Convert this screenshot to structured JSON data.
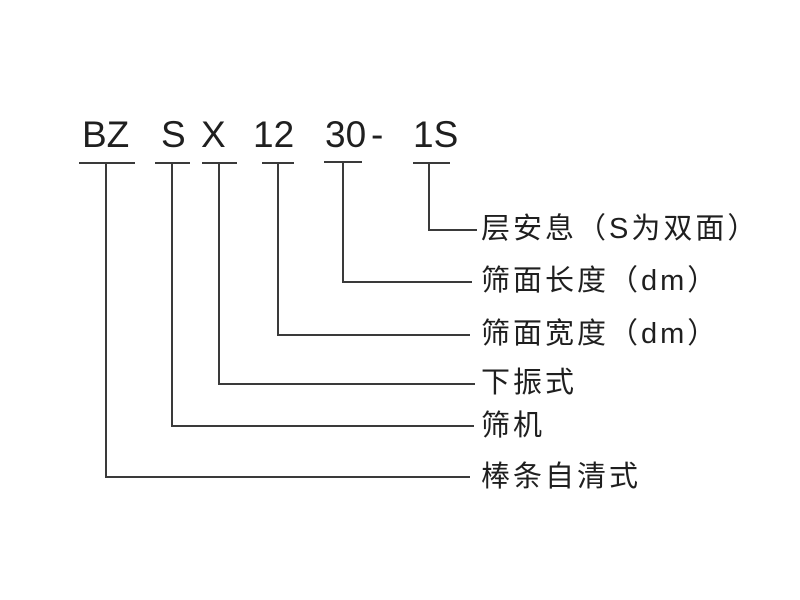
{
  "diagram": {
    "model_code": {
      "parts": [
        {
          "text": "BZ"
        },
        {
          "text": "S"
        },
        {
          "text": "X"
        },
        {
          "text": "12"
        },
        {
          "text": "30"
        },
        {
          "text": "-"
        },
        {
          "text": "1S"
        }
      ]
    },
    "legend": {
      "items": [
        {
          "label": "层安息（S为双面）"
        },
        {
          "label": "筛面长度（dm）"
        },
        {
          "label": "筛面宽度（dm）"
        },
        {
          "label": "下振式"
        },
        {
          "label": "筛机"
        },
        {
          "label": "棒条自清式"
        }
      ]
    },
    "colors": {
      "line": "#3a3a3a",
      "text": "#1f1f1f",
      "background": "#ffffff"
    }
  }
}
